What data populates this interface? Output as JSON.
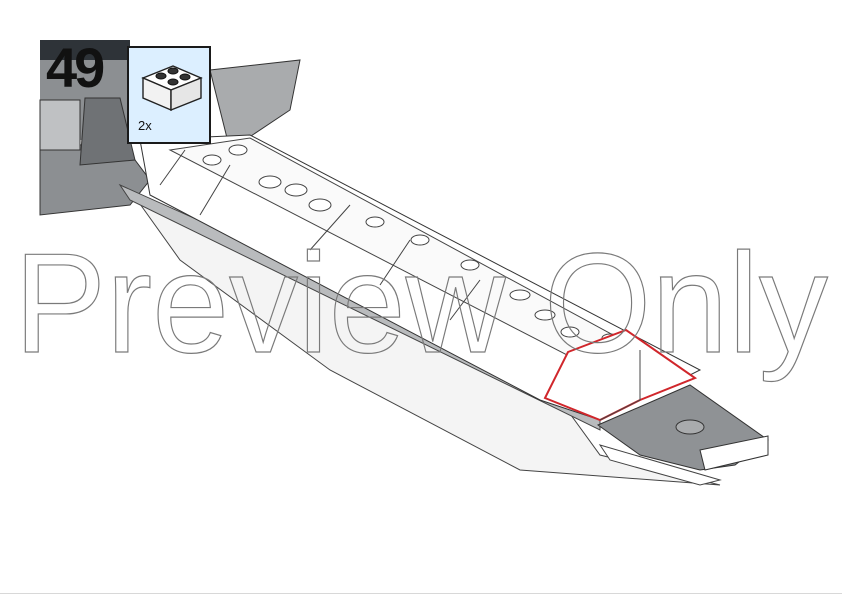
{
  "step": {
    "number": "49"
  },
  "callout": {
    "quantity": "2x",
    "part_icon": "lego-slope-brick-2x2-inverted-icon"
  },
  "watermark": {
    "text": "Preview Only"
  },
  "colors": {
    "callout_bg": "#dcefff",
    "highlight": "#d0262b",
    "dark_grey": "#6f7275",
    "light_grey": "#a9abad",
    "white_part": "#ffffff"
  }
}
